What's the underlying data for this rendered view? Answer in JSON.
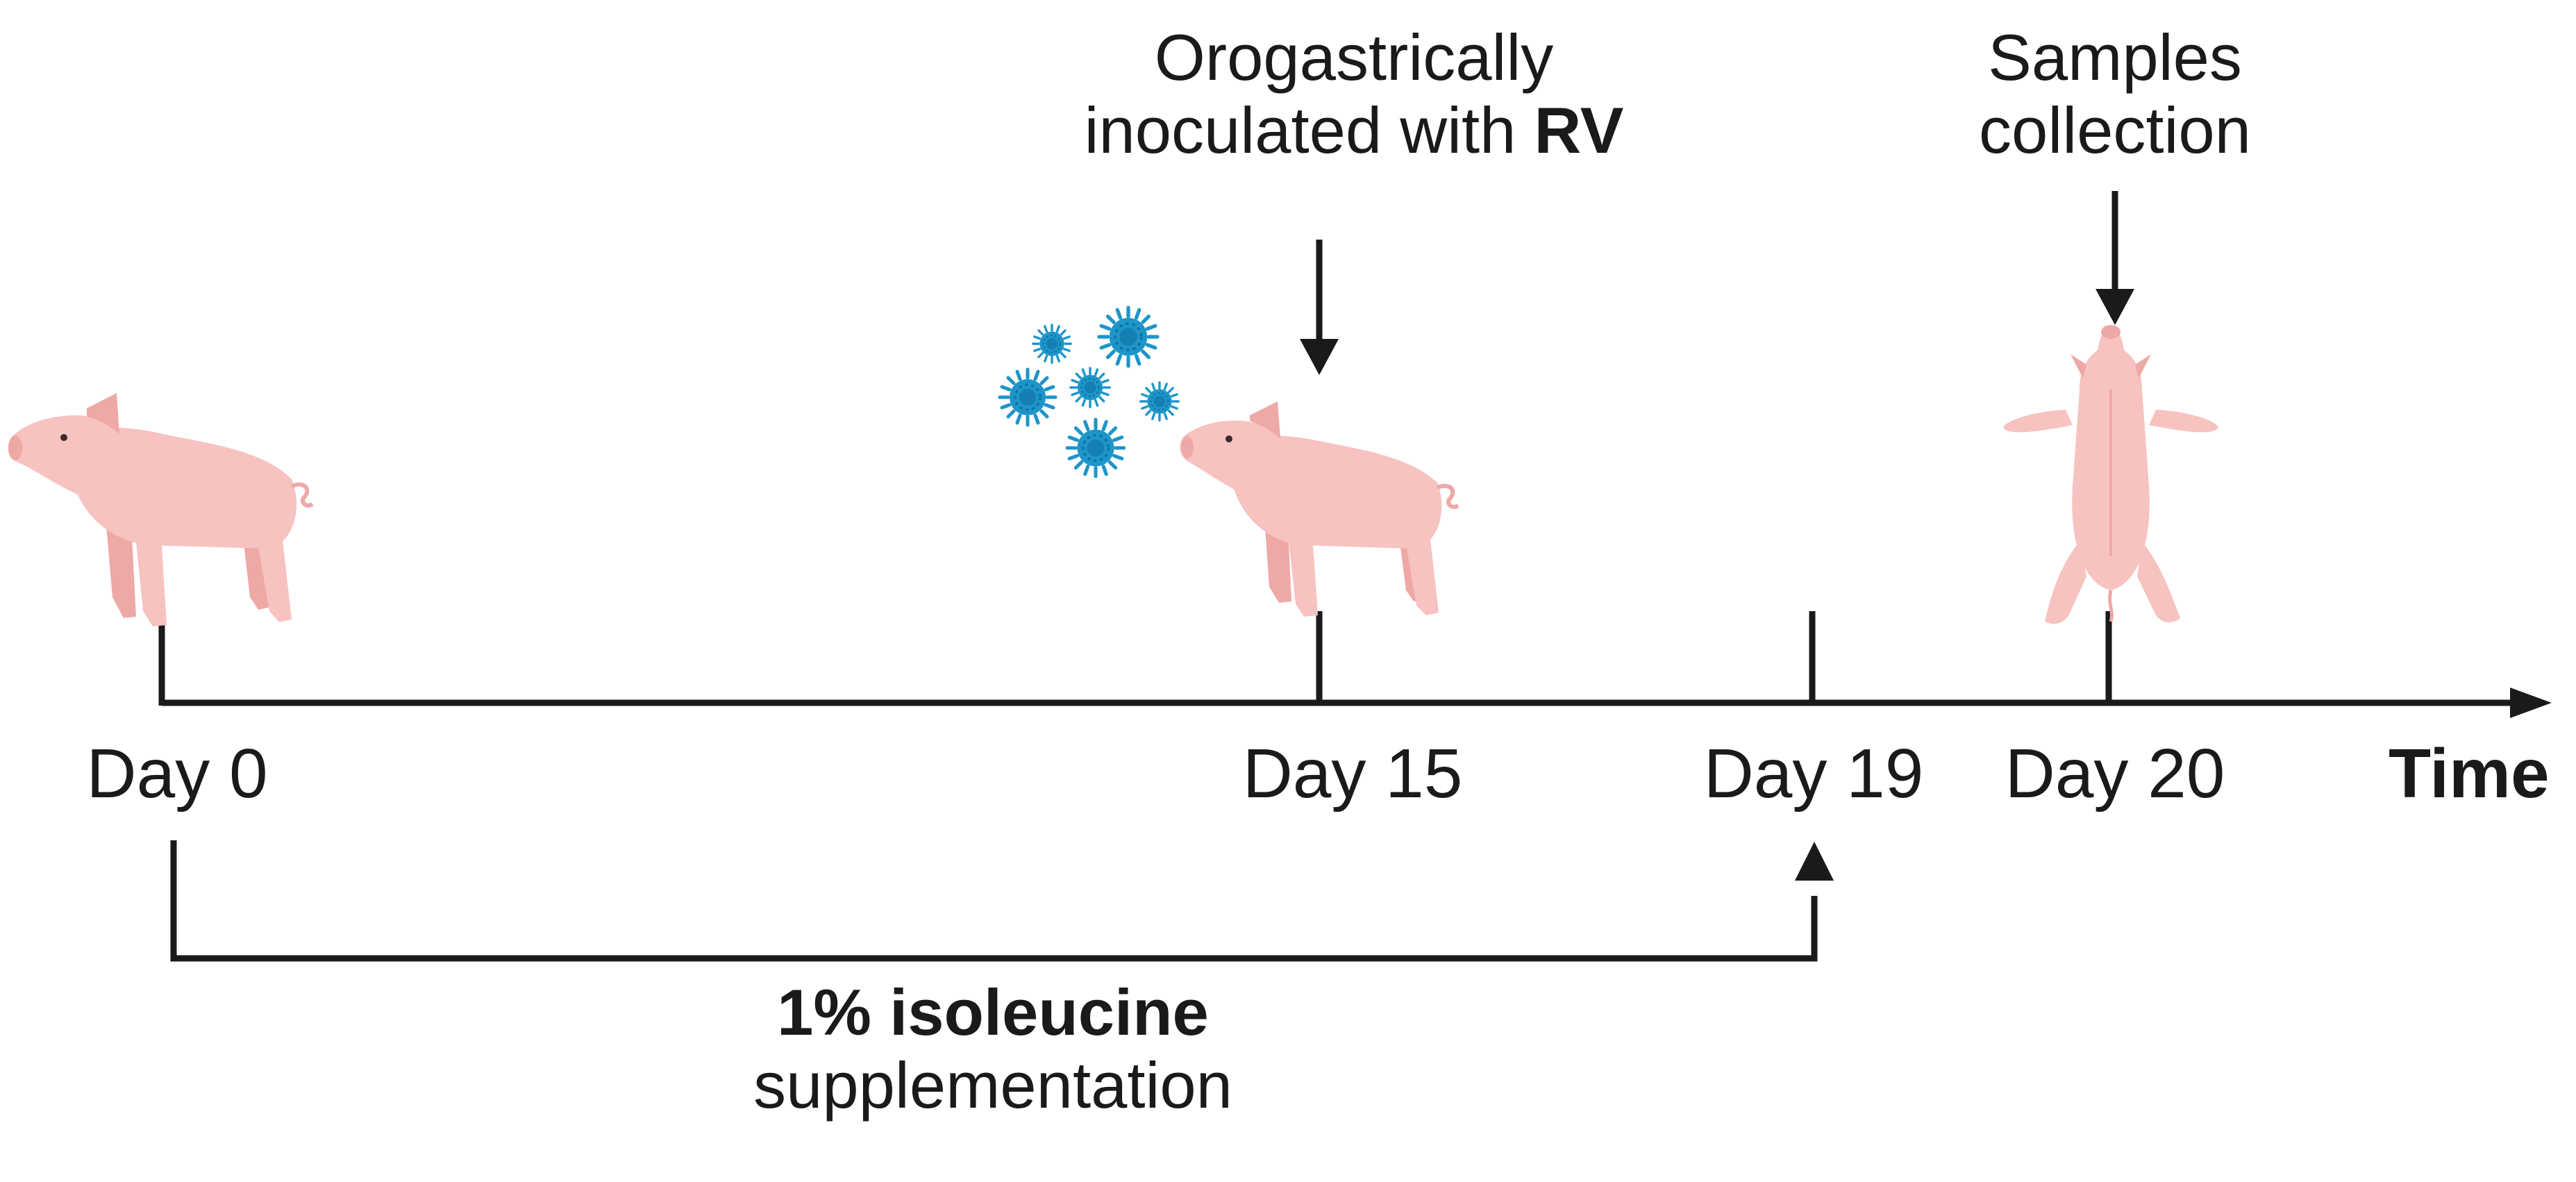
{
  "annotations": {
    "inoculation_line1": "Orogastrically",
    "inoculation_line2_prefix": "inoculated with ",
    "inoculation_line2_bold": "RV",
    "samples_line1": "Samples",
    "samples_line2": "collection"
  },
  "timeline": {
    "axis_label": "Time",
    "ticks": [
      "Day 0",
      "Day 15",
      "Day 19",
      "Day 20"
    ]
  },
  "supplementation": {
    "line1_bold": "1% isoleucine",
    "line2": "supplementation"
  },
  "colors": {
    "line": "#1a1a1a",
    "pig_body": "#f6c3c1",
    "pig_shade": "#eea8a6",
    "virus": "#1d95c9",
    "virus_core": "#0c6e9c"
  },
  "icons": [
    "piglet-standing-icon",
    "virus-cluster-icon",
    "piglet-sniffing-icon",
    "piglet-dissection-icon"
  ]
}
